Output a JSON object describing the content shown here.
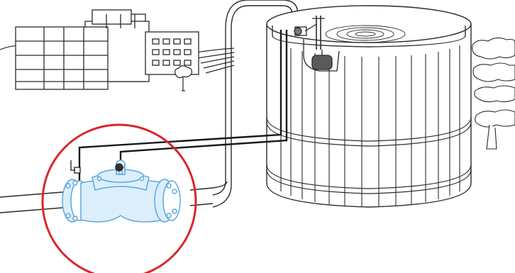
{
  "diagram": {
    "components": [
      {
        "id": "buildings",
        "icon": "buildings-icon"
      },
      {
        "id": "tree-small",
        "icon": "tree-icon"
      },
      {
        "id": "hillside",
        "icon": "hill-lines-icon"
      },
      {
        "id": "tank",
        "icon": "water-tank-icon"
      },
      {
        "id": "float-pilot",
        "icon": "float-valve-icon"
      },
      {
        "id": "riser-pipe",
        "icon": "pipe-icon"
      },
      {
        "id": "main-pipe",
        "icon": "pipe-icon"
      },
      {
        "id": "control-valve",
        "icon": "control-valve-icon"
      },
      {
        "id": "sensing-lines",
        "icon": "tubing-icon"
      },
      {
        "id": "trees-right",
        "icon": "tree-icon"
      }
    ],
    "colors": {
      "outline": "#2a2a2a",
      "valve": "#5aa8e0",
      "valve_fill": "#dceefb",
      "highlight_circle": "#d9262b",
      "float": "#5a5a5a"
    }
  }
}
